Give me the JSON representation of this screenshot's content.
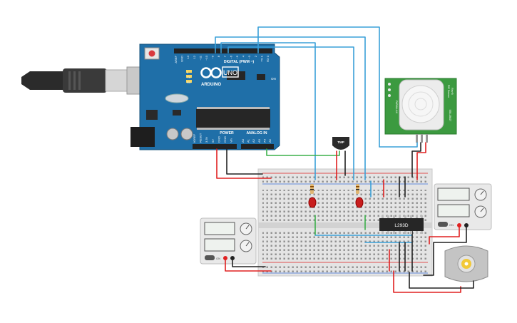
{
  "arduino": {
    "logo_text": "ARDUINO",
    "model_text": "UNO",
    "header_digital": "DIGITAL (PWM ~)",
    "header_power": "POWER",
    "header_analog": "ANALOG IN",
    "label_on": "ON",
    "label_tx": "TX",
    "label_rx": "RX",
    "label_l": "L",
    "digital_pins": [
      "AREF",
      "GND",
      "13",
      "12",
      "~11",
      "~10",
      "~9",
      "8",
      "7",
      "~6",
      "~5",
      "4",
      "~3",
      "2",
      "TX 1",
      "RX 0"
    ],
    "power_pins": [
      "IOREF",
      "RESET",
      "3.3V",
      "5V",
      "GND",
      "GND",
      "Vin"
    ],
    "analog_pins": [
      "A0",
      "A1",
      "A2",
      "A3",
      "A4",
      "A5"
    ]
  },
  "components": {
    "tmp_sensor_label": "TMP",
    "driver_ic_label": "L293D",
    "pir_label_1": "PIR Sensor",
    "pir_label_2": "Rev B",
    "pir_label_3": "555-28027",
    "pir_label_4": "PARALLAX"
  },
  "supplies": {
    "left_on_label": "ON",
    "right_on_label": "ON"
  },
  "colors": {
    "arduino_blue": "#1f6fa8",
    "breadboard": "#e4e4e4",
    "wire_red": "#e02020",
    "wire_black": "#222222",
    "wire_blue": "#3aa0d8",
    "wire_green": "#3cb04a",
    "pir_green": "#3c9a40",
    "led_red": "#c81e1e"
  }
}
